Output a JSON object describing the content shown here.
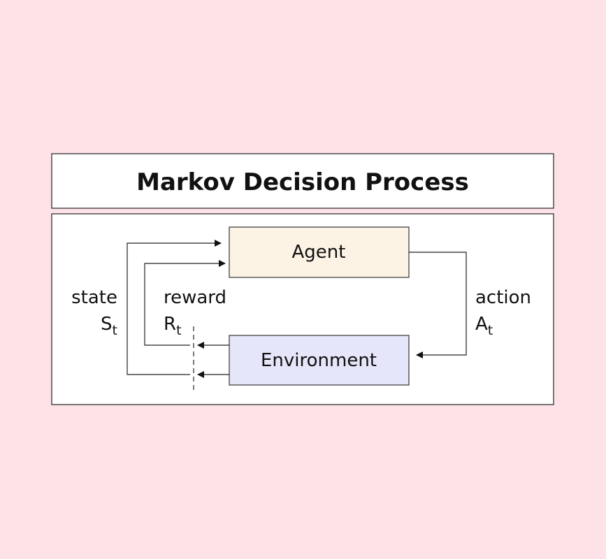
{
  "title": "Markov Decision Process",
  "nodes": {
    "agent": {
      "label": "Agent",
      "fill": "#fdf3e5"
    },
    "environment": {
      "label": "Environment",
      "fill": "#e6e6fa"
    }
  },
  "edges": {
    "state": {
      "label": "state",
      "symbol": "S",
      "subscript": "t"
    },
    "reward": {
      "label": "reward",
      "symbol": "R",
      "subscript": "t"
    },
    "action": {
      "label": "action",
      "symbol": "A",
      "subscript": "t"
    }
  },
  "colors": {
    "background": "#fde3e8",
    "panel": "#ffffff",
    "stroke": "#222222"
  }
}
